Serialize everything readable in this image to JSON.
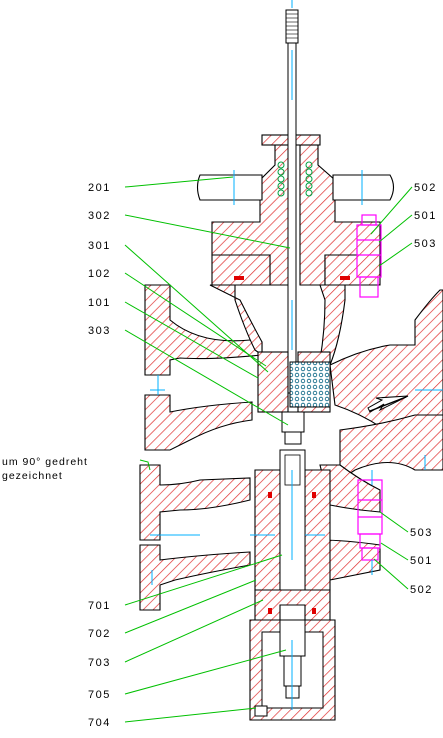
{
  "labels": {
    "l201": "201",
    "l302": "302",
    "l301": "301",
    "l102": "102",
    "l101": "101",
    "l303": "303",
    "l701": "701",
    "l702": "702",
    "l703": "703",
    "l705": "705",
    "l704": "704",
    "r502a": "502",
    "r501a": "501",
    "r503a": "503",
    "r503b": "503",
    "r501b": "501",
    "r502b": "502"
  },
  "note": {
    "line1": "um 90° gedreht",
    "line2": "gezeichnet"
  },
  "colors": {
    "hatch": "#e03030",
    "leader": "#00c000",
    "centerline": "#00b0ff",
    "bolt": "#ff00ff",
    "spring": "#00a0c0",
    "stem": "#000000"
  }
}
